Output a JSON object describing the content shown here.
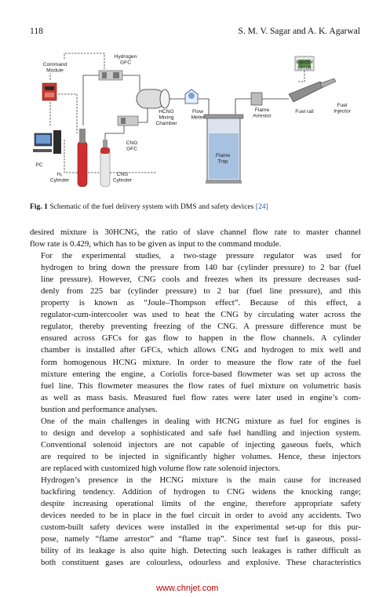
{
  "header": {
    "page_number": "118",
    "authors": "S. M. V. Sagar and A. K. Agarwal"
  },
  "figure": {
    "labels": {
      "command_module": [
        "Command",
        "Module"
      ],
      "hydrogen_gfc": [
        "Hydrogen",
        "GFC"
      ],
      "hcng_mixing": [
        "HCNG",
        "Mixing",
        "Chamber"
      ],
      "flow_meter": [
        "Flow",
        "Meter"
      ],
      "flame_arrestor": [
        "Flame",
        "Arrestor"
      ],
      "injector_circuit": [
        "Injector",
        "circuit"
      ],
      "fuel_rail": "Fuel rail",
      "fuel_injector": [
        "Fuel",
        "Injector"
      ],
      "cng_gfc": [
        "CNG",
        "GFC"
      ],
      "flame_trap": [
        "Flame",
        "Trap"
      ],
      "pc": "PC",
      "h2_cylinder": [
        "H₂",
        "Cylinder"
      ],
      "cng_cylinder": [
        "CNG",
        "Cylinder"
      ]
    }
  },
  "caption": {
    "label": "Fig. 1",
    "text": " Schematic of the fuel delivery system with DMS and safety devices ",
    "ref": "[24]"
  },
  "paragraphs": [
    [
      "desired mixture is 30HCNG, the ratio of slave channel flow rate to master channel",
      "flow rate is 0.429, which has to be given as input to the command module."
    ],
    [
      "For the experimental studies, a two-stage pressure regulator was used for",
      "hydrogen to bring down the pressure from 140 bar (cylinder pressure) to 2 bar (fuel",
      "line pressure). However, CNG cools and freezes when its pressure decreases sud-",
      "denly from 225 bar (cylinder pressure) to 2 bar (fuel line pressure), and this",
      "property is known as “Joule–Thompson effect”. Because of this effect, a",
      "regulator-cum-intercooler was used to heat the CNG by circulating water across the",
      "regulator, thereby preventing freezing of the CNG. A pressure difference must be",
      "ensured across GFCs for gas flow to happen in the flow channels. A cylinder",
      "chamber is installed after GFCs, which allows CNG and hydrogen to mix well and",
      "form homogenous HCNG mixture. In order to measure the flow rate of the fuel",
      "mixture entering the engine, a Coriolis force-based flowmeter was set up across the",
      "fuel line. This flowmeter measures the flow rates of fuel mixture on volumetric basis",
      "as well as mass basis. Measured fuel flow rates were later used in engine’s com-",
      "bustion and performance analyses."
    ],
    [
      "One of the main challenges in dealing with HCNG mixture as fuel for engines is",
      "to design and develop a sophisticated and safe fuel handling and injection system.",
      "Conventional solenoid injectors are not capable of injecting gaseous fuels, which",
      "are required to be injected in significantly higher volumes. Hence, these injectors",
      "are replaced with customized high volume flow rate solenoid injectors."
    ],
    [
      "Hydrogen’s presence in the HCNG mixture is the main cause for increased",
      "backfiring tendency. Addition of hydrogen to CNG widens the knocking range;",
      "despite increasing operational limits of the engine, therefore appropriate safety",
      "devices needed to be in place in the fuel circuit in order to avoid any accidents. Two",
      "custom-built safety devices were installed in the experimental set-up for this pur-",
      "pose, namely “flame arrestor” and “flame trap”. Since test fuel is gaseous, possi-",
      "bility of its leakage is also quite high. Detecting such leakages is rather difficult as",
      "both constituent gases are colourless, odourless and explosive. These characteristics"
    ]
  ],
  "watermark": "www.chnjet.com"
}
